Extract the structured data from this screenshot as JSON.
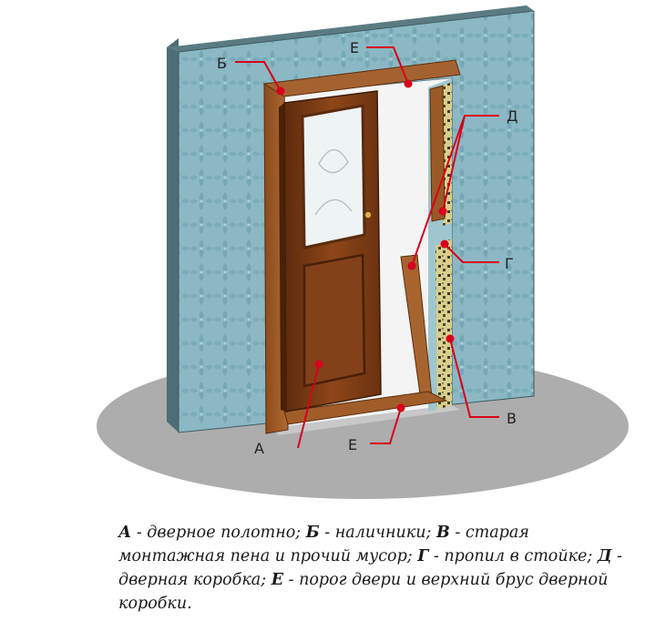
{
  "colors": {
    "wall": "#8bb8c4",
    "wall_pattern": "#6fa3b1",
    "wall_edge": "#3f5b62",
    "floor": "#adadad",
    "door_wood": "#7a3b14",
    "door_wood_light": "#a4581f",
    "frame_wood": "#9a5a28",
    "foam": "#d8cf8a",
    "callout": "#d9001b"
  },
  "callouts": [
    {
      "id": "A",
      "letter": "А"
    },
    {
      "id": "B",
      "letter": "Б"
    },
    {
      "id": "V",
      "letter": "В"
    },
    {
      "id": "G",
      "letter": "Г"
    },
    {
      "id": "D",
      "letter": "Д"
    },
    {
      "id": "E-top",
      "letter": "Е"
    },
    {
      "id": "E-bottom",
      "letter": "Е"
    }
  ],
  "legend": [
    {
      "letter": "А",
      "text": " - дверное полотно;  "
    },
    {
      "letter": "Б",
      "text": " - наличники;  "
    },
    {
      "letter": "В",
      "text": " - старая монтажная пена и прочий мусор;  "
    },
    {
      "letter": "Г",
      "text": " - пропил в стойке;  "
    },
    {
      "letter": "Д",
      "text": " - дверная коробка;   "
    },
    {
      "letter": "Е",
      "text": " - порог двери и верхний брус дверной коробки."
    }
  ]
}
